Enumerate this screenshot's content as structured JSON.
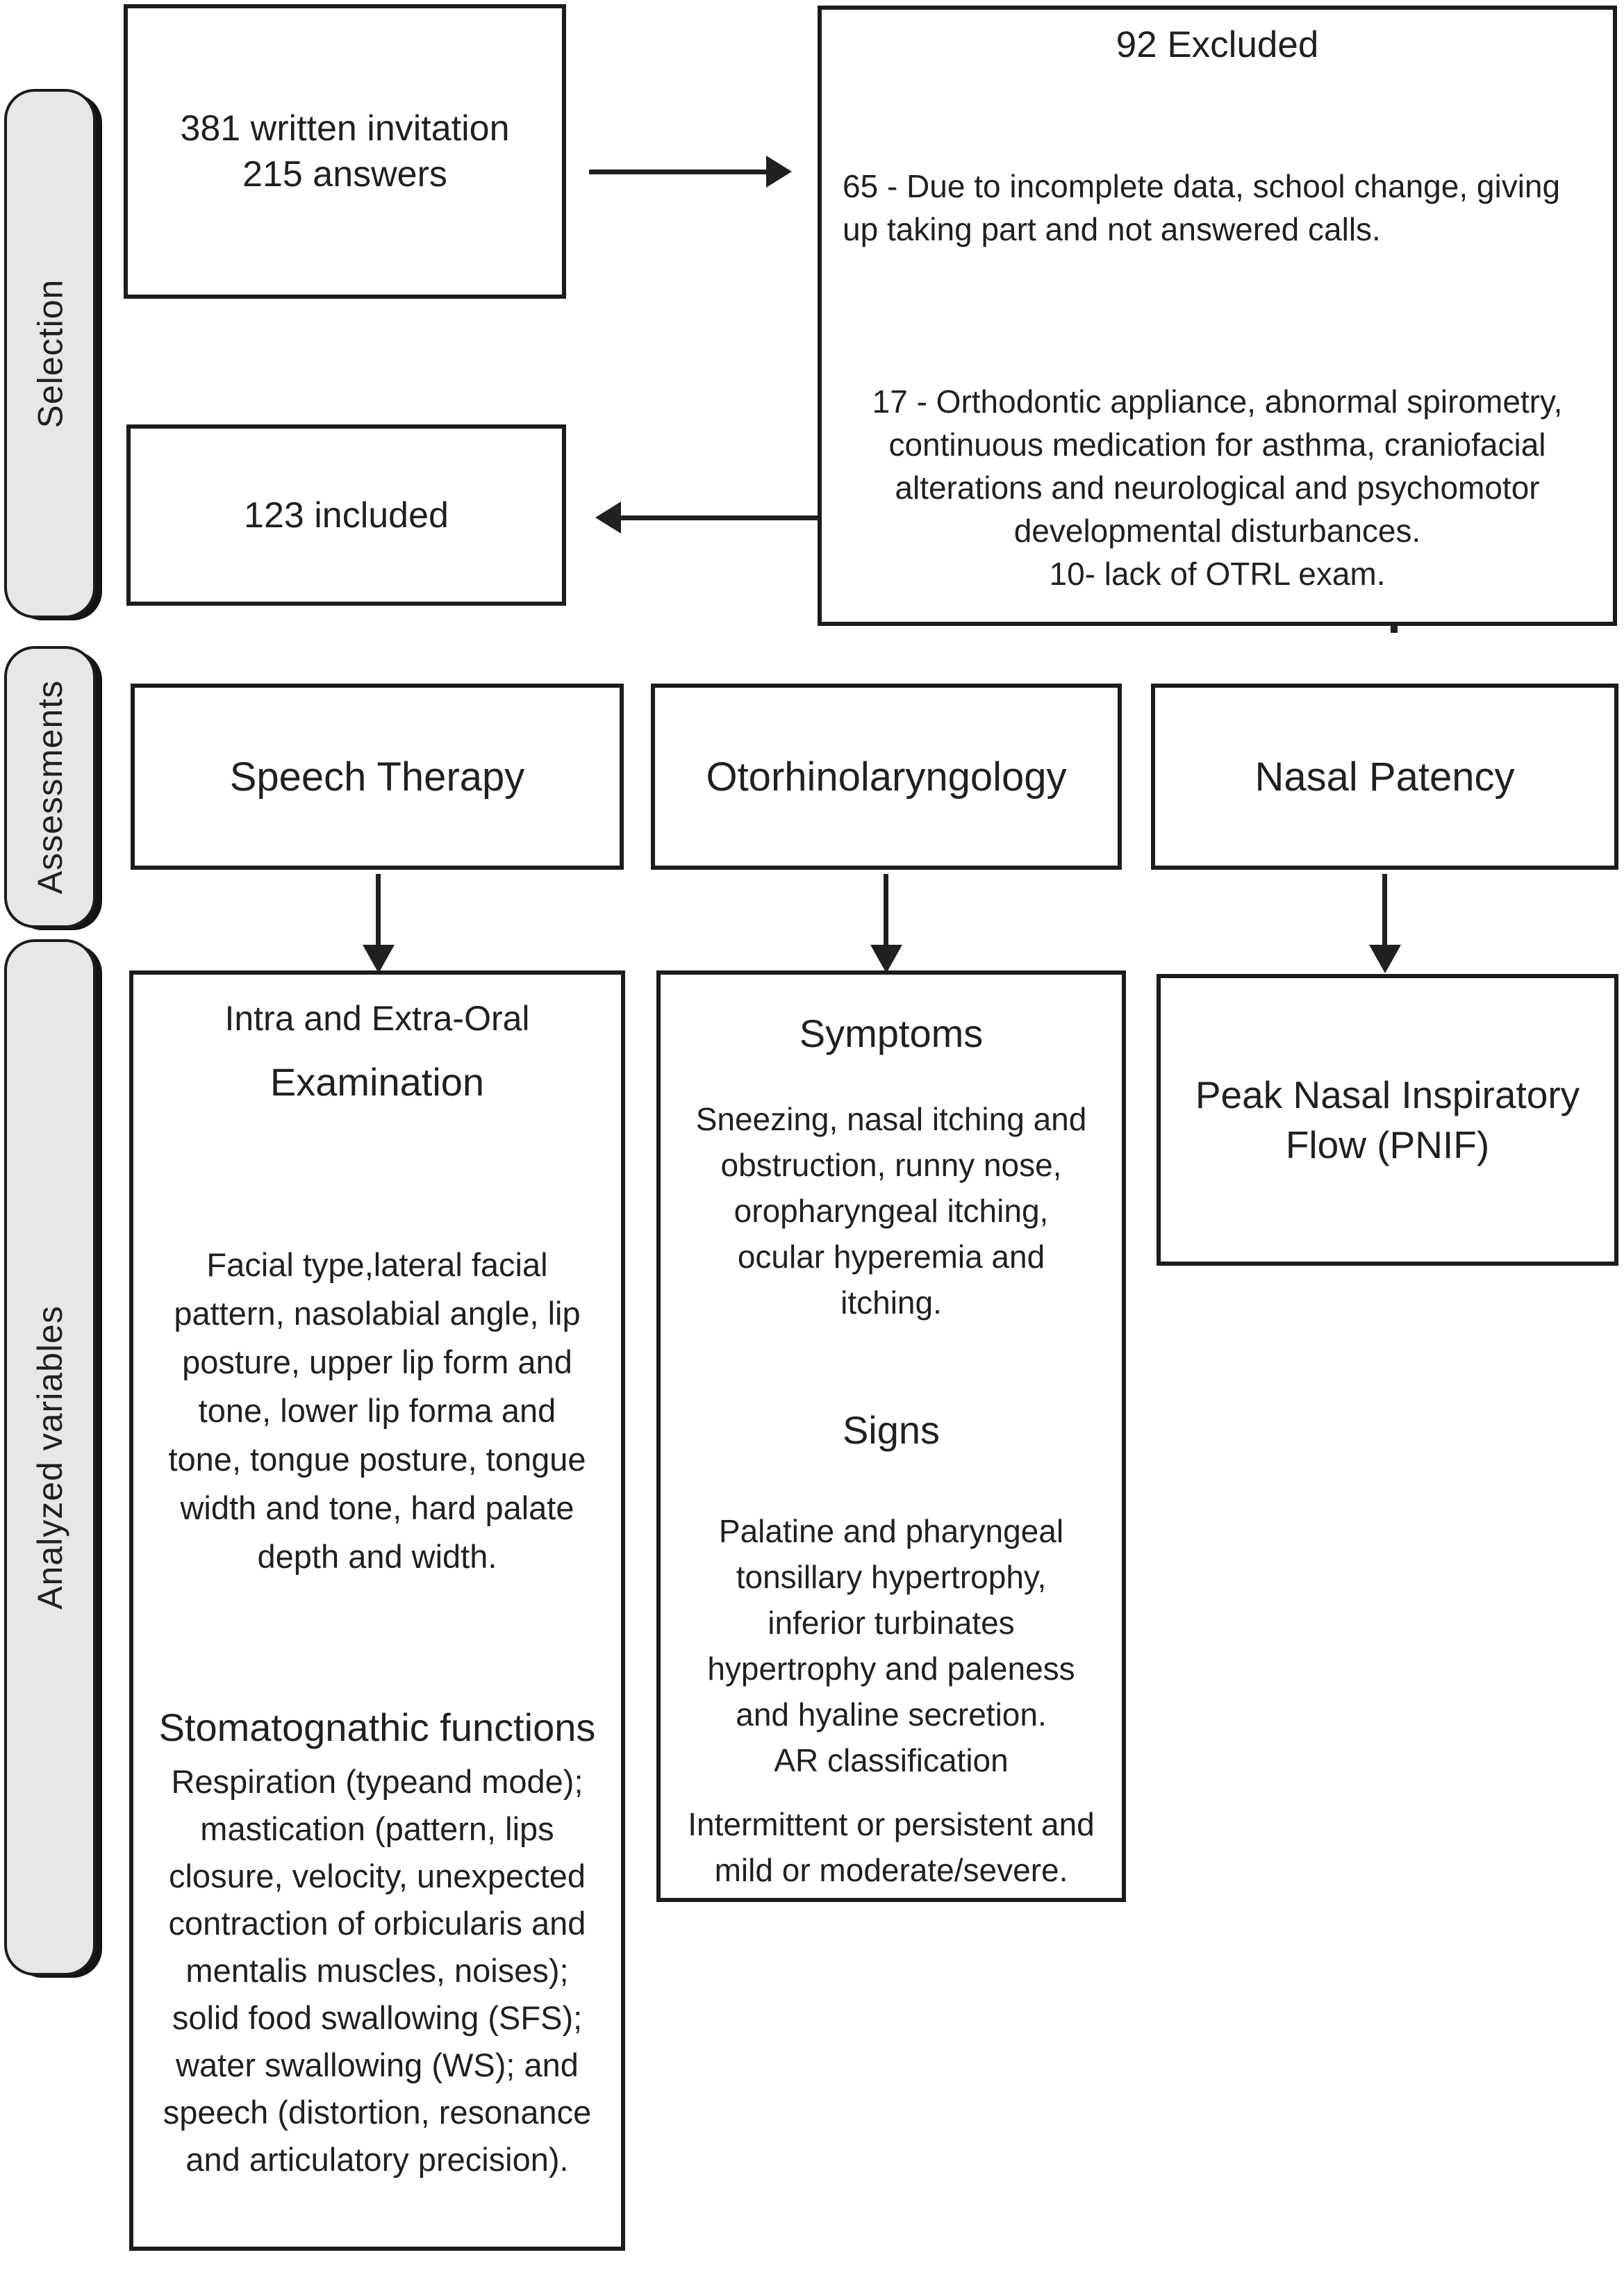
{
  "figure": {
    "type": "study-flow-diagram",
    "background": "#ffffff",
    "ink_color": "#231f20",
    "label_fill_color": "#e7e7e8"
  },
  "side_labels": {
    "selection": "Selection",
    "assessments": "Assessments",
    "analyzed_variables": "Analyzed variables"
  },
  "selection": {
    "invitation_box": "381 written invitation\n215 answers",
    "excluded_box": {
      "title": "92 Excluded",
      "reason_65": "65 - Due to incomplete data, school change, giving\nup taking part and not answered calls.",
      "reason_17": "17 - Orthodontic appliance, abnormal spirometry,\ncontinuous medication for asthma, craniofacial\nalterations and neurological and psychomotor\ndevelopmental disturbances.",
      "reason_10": "10- lack of OTRL exam."
    },
    "included_box": "123 included"
  },
  "assessments": {
    "speech_therapy": "Speech Therapy",
    "otorhinolaryngology": "Otorhinolaryngology",
    "nasal_patency": "Nasal Patency"
  },
  "analyzed_variables": {
    "speech_column": {
      "heading_line1": "Intra and Extra-Oral",
      "heading_line2": "Examination",
      "exam_text": "Facial type,lateral facial\npattern, nasolabial angle, lip\nposture, upper lip form and\ntone, lower lip forma and\ntone, tongue posture, tongue\nwidth and tone, hard palate\ndepth and width.",
      "functions_heading": "Stomatognathic functions",
      "functions_text": "Respiration (typeand mode);\nmastication (pattern, lips\nclosure, velocity, unexpected\ncontraction of orbicularis and\nmentalis muscles, noises);\nsolid food swallowing (SFS);\nwater swallowing (WS); and\nspeech (distortion, resonance\nand articulatory precision)."
    },
    "orl_column": {
      "symptoms_heading": "Symptoms",
      "symptoms_text": "Sneezing, nasal itching and\nobstruction, runny nose,\noropharyngeal itching,\nocular hyperemia and\nitching.",
      "signs_heading": "Signs",
      "signs_text": "Palatine and pharyngeal\ntonsillary hypertrophy,\ninferior turbinates\nhypertrophy and paleness\nand hyaline secretion.\nAR classification",
      "classification_text": "Intermittent or persistent and\nmild or moderate/severe."
    },
    "nasal_column": {
      "pnif_text": "Peak Nasal Inspiratory\nFlow (PNIF)"
    }
  }
}
